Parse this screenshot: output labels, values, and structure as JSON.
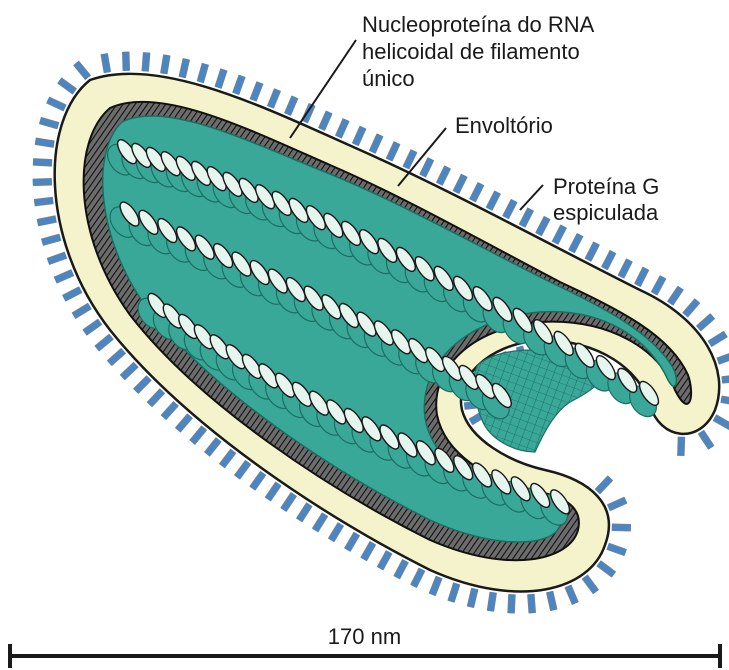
{
  "labels": {
    "nucleoprotein": [
      "Nucleoproteína do RNA",
      "helicoidal de filamento",
      "único"
    ],
    "envelope": "Envoltório",
    "g_protein": [
      "Proteína G",
      "espiculada"
    ]
  },
  "scale_bar": {
    "label": "170 nm"
  },
  "colors": {
    "envelope_fill": "#f5f3cc",
    "helix_fill": "#3aa898",
    "helix_dark": "#1c6e62",
    "ring_fill": "#e6f6ee",
    "spike_fill": "#4a86c4",
    "outline": "#1a1a1a",
    "cavity_fill": "#3aa898"
  }
}
